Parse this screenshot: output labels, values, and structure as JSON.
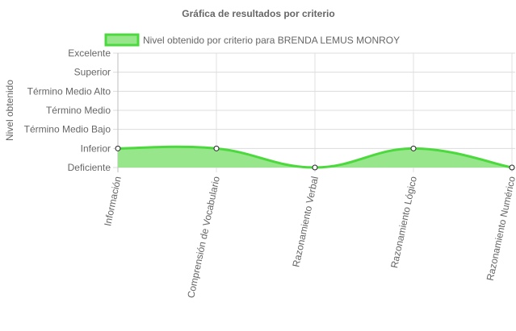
{
  "chart_data": {
    "type": "area",
    "title": "Gráfica de resultados por criterio",
    "ylabel": "Nivel obtenido",
    "xlabel": "",
    "categories": [
      "Información",
      "Comprensión de Vocabulario",
      "Razonamiento Verbal",
      "Razonamiento Lógico",
      "Razonamiento Numérico"
    ],
    "levels": [
      "Deficiente",
      "Inferior",
      "Término Medio Bajo",
      "Término Medio",
      "Término Medio Alto",
      "Superior",
      "Excelente"
    ],
    "ylim": [
      0,
      6
    ],
    "series": [
      {
        "name": "Nivel obtenido por criterio para BRENDA LEMUS MONROY",
        "values": [
          1,
          1,
          0,
          1,
          0
        ],
        "fill": "#98e68c",
        "stroke": "#4cd93d"
      }
    ],
    "grid": true,
    "legend": "top"
  }
}
